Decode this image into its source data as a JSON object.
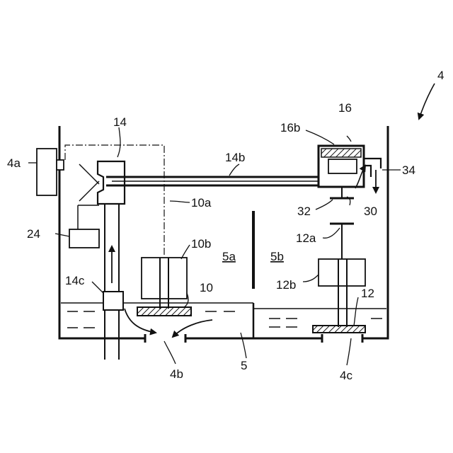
{
  "diagram": {
    "labels": {
      "fig_ref": "4",
      "tank_inlet": "4a",
      "drain_left": "4b",
      "drain_right": "4c",
      "partition": "5",
      "chamber_left": "5a",
      "chamber_right": "5b",
      "float_left": "10",
      "float_rod_left": "10a",
      "float_guide_left": "10b",
      "float_right": "12",
      "float_rod_right": "12a",
      "float_guide_right": "12b",
      "pump_unit": "14",
      "pipe": "14b",
      "valve": "14c",
      "head_unit": "16",
      "head_frame": "16b",
      "controller": "24",
      "outlet": "34",
      "stopper": "32",
      "plug": "30"
    }
  }
}
